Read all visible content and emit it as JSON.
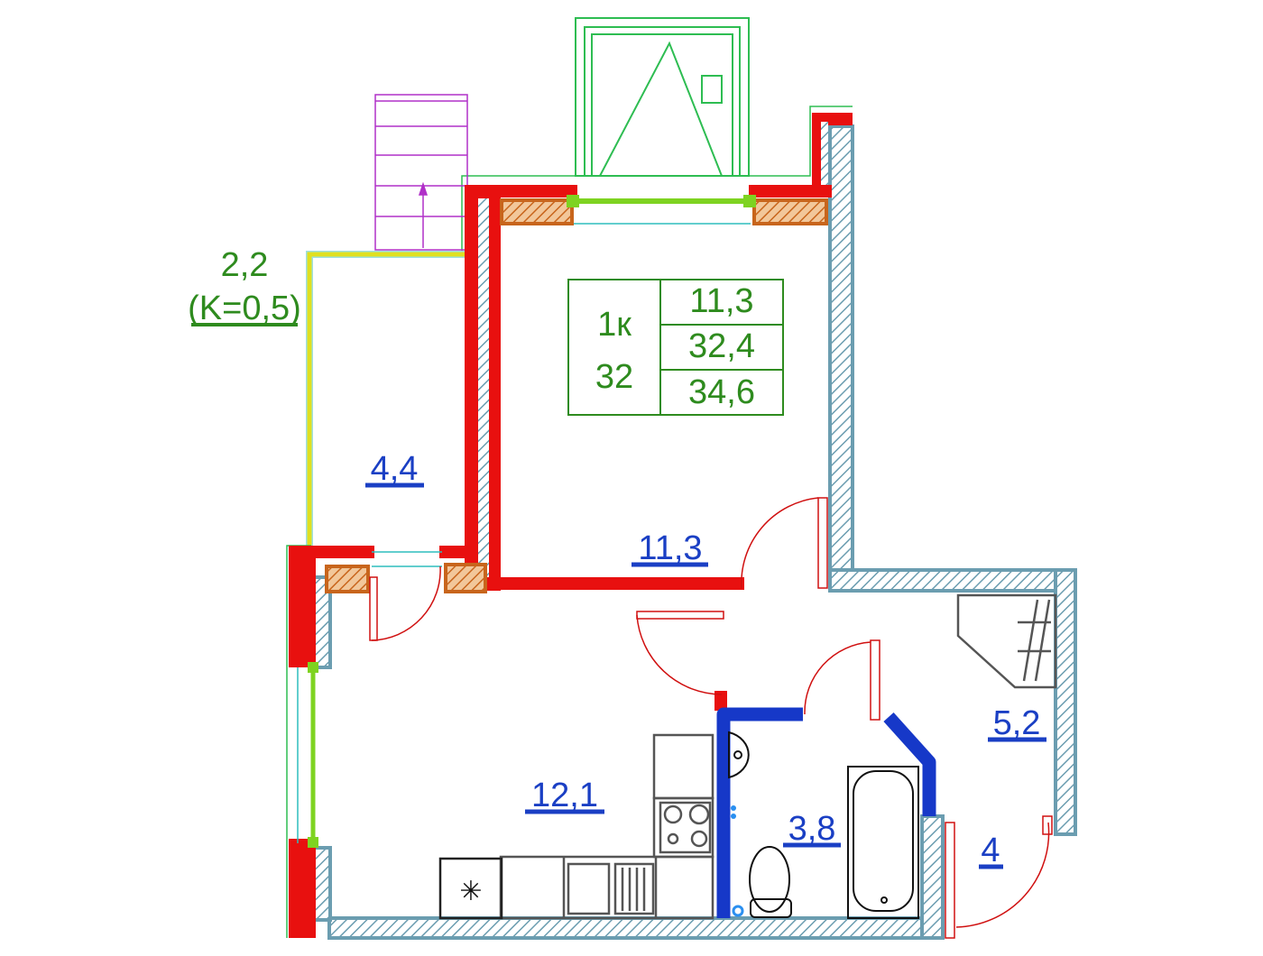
{
  "plan": {
    "apartment_table": {
      "type": "1к",
      "number": "32",
      "living_area": "11,3",
      "total_area": "32,4",
      "total_area_with_balcony": "34,6"
    },
    "rooms": [
      {
        "id": "living",
        "area": "11,3"
      },
      {
        "id": "kitchen",
        "area": "12,1"
      },
      {
        "id": "balcony",
        "area": "4,4"
      },
      {
        "id": "bathroom",
        "area": "3,8"
      },
      {
        "id": "hallway",
        "area": "5,2"
      },
      {
        "id": "corridor",
        "area": "4"
      }
    ],
    "balcony_note": {
      "area": "2,2",
      "coefficient": "(K=0,5)"
    },
    "colors": {
      "exterior_wall": "#e8100f",
      "interior_wall": "#6b9db0",
      "bathroom_wall": "#1638c8",
      "label_blue": "#1a3fc4",
      "label_green": "#2e8b1e",
      "glazing": "#7ed321",
      "balcony_rail": "#e0e020"
    }
  }
}
